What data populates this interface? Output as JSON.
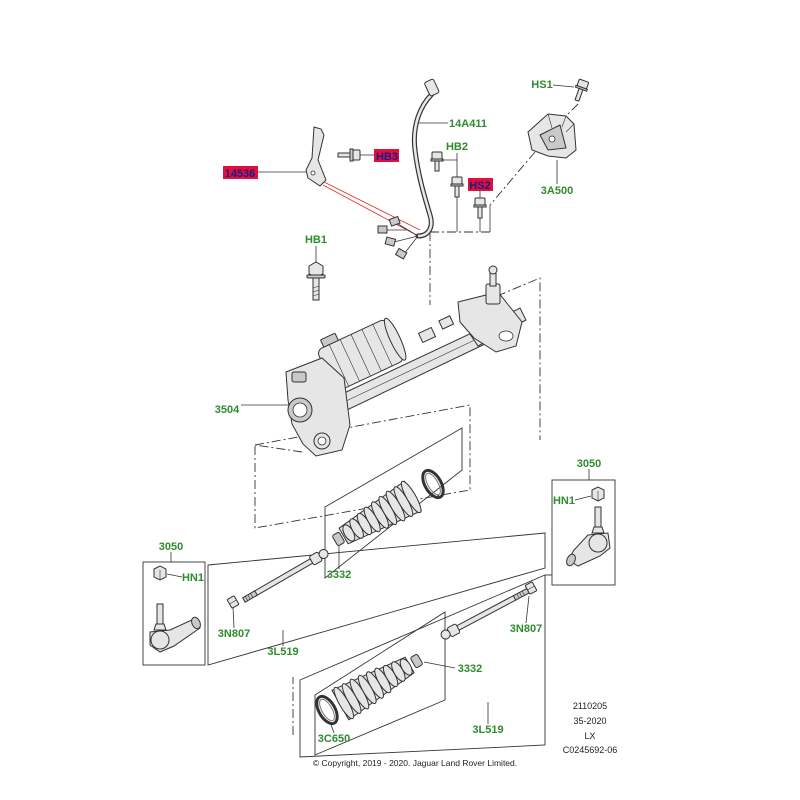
{
  "callouts": {
    "hs1": {
      "text": "HS1",
      "highlighted": false
    },
    "p14a411": {
      "text": "14A411",
      "highlighted": false
    },
    "hb3": {
      "text": "HB3",
      "highlighted": true
    },
    "p14536": {
      "text": "14536",
      "highlighted": true
    },
    "hb2": {
      "text": "HB2",
      "highlighted": false
    },
    "hs2": {
      "text": "HS2",
      "highlighted": true
    },
    "p3a500": {
      "text": "3A500",
      "highlighted": false
    },
    "hb1": {
      "text": "HB1",
      "highlighted": false
    },
    "p3504": {
      "text": "3504",
      "highlighted": false
    },
    "p3050_right": {
      "text": "3050",
      "highlighted": false
    },
    "hn1_right": {
      "text": "HN1",
      "highlighted": false
    },
    "p3050_left": {
      "text": "3050",
      "highlighted": false
    },
    "hn1_left": {
      "text": "HN1",
      "highlighted": false
    },
    "p3332_upper": {
      "text": "3332",
      "highlighted": false
    },
    "p3n807_left": {
      "text": "3N807",
      "highlighted": false
    },
    "p3l519_left": {
      "text": "3L519",
      "highlighted": false
    },
    "p3n807_right": {
      "text": "3N807",
      "highlighted": false
    },
    "p3332_lower": {
      "text": "3332",
      "highlighted": false
    },
    "p3l519_right": {
      "text": "3L519",
      "highlighted": false
    },
    "p3c650": {
      "text": "3C650",
      "highlighted": false
    }
  },
  "reference_block": {
    "line1": "2110205",
    "line2": "35-2020",
    "line3": "LX",
    "line4": "C0245692-06"
  },
  "copyright": "© Copyright, 2019 - 2020. Jaguar Land Rover Limited.",
  "colors": {
    "callout_text": "#2e8b2e",
    "highlight_fill": "#e0103a",
    "highlight_text": "#1a1a8c",
    "line": "#333333",
    "part_fill": "#e6e6e6",
    "assembly_line_red": "#e03030"
  }
}
